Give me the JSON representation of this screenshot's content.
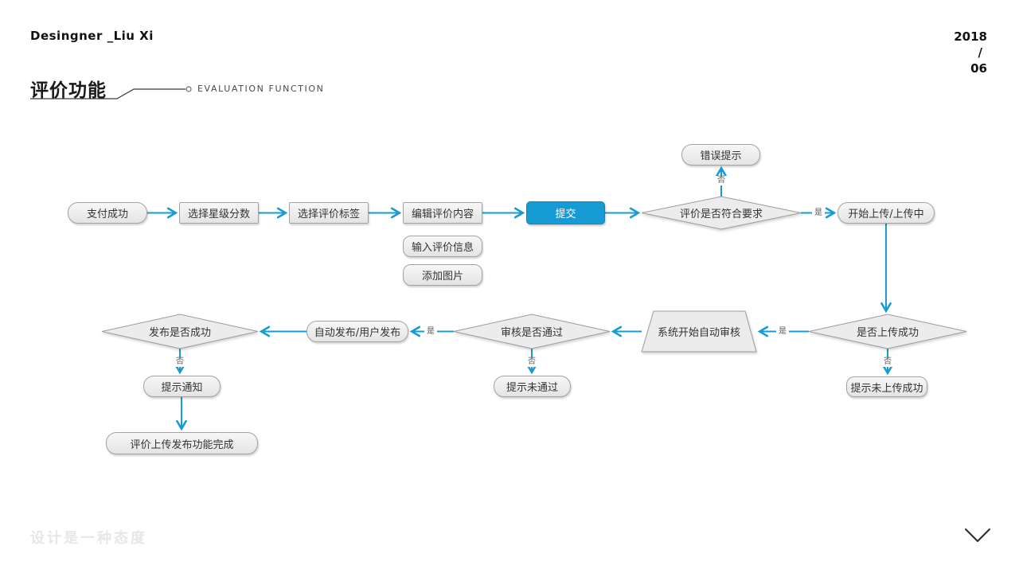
{
  "header": {
    "designer": "Desingner _Liu Xi",
    "year": "2018",
    "slash": "/",
    "month": "06"
  },
  "title": {
    "zh": "评价功能",
    "en": "EVALUATION FUNCTION"
  },
  "flowchart": {
    "labels": {
      "yes": "是",
      "no": "否"
    },
    "colors": {
      "accent": "#169BD5",
      "shape_fill": "#ececec",
      "shape_border": "#9d9d9d"
    },
    "nodes": {
      "pay_success": {
        "label": "支付成功",
        "type": "terminator"
      },
      "select_star": {
        "label": "选择星级分数",
        "type": "process"
      },
      "select_tag": {
        "label": "选择评价标签",
        "type": "process"
      },
      "edit_content": {
        "label": "编辑评价内容",
        "type": "process"
      },
      "input_info": {
        "label": "输入评价信息",
        "type": "rounded"
      },
      "add_image": {
        "label": "添加图片",
        "type": "rounded"
      },
      "submit": {
        "label": "提交",
        "type": "primary"
      },
      "check_valid": {
        "label": "评价是否符合要求",
        "type": "decision"
      },
      "error_tip": {
        "label": "错误提示",
        "type": "rounded"
      },
      "start_upload": {
        "label": "开始上传/上传中",
        "type": "rounded"
      },
      "upload_success": {
        "label": "是否上传成功",
        "type": "decision"
      },
      "auto_review": {
        "label": "系统开始自动审核",
        "type": "trapezoid"
      },
      "review_pass": {
        "label": "审核是否通过",
        "type": "decision"
      },
      "publish": {
        "label": "自动发布/用户发布",
        "type": "rounded"
      },
      "publish_success": {
        "label": "发布是否成功",
        "type": "decision"
      },
      "notify": {
        "label": "提示通知",
        "type": "rounded"
      },
      "review_fail_tip": {
        "label": "提示未通过",
        "type": "rounded"
      },
      "upload_fail_tip": {
        "label": "提示未上传成功",
        "type": "rounded"
      },
      "complete": {
        "label": "评价上传发布功能完成",
        "type": "rounded"
      }
    }
  },
  "footer": {
    "watermark": "设计是一种态度"
  }
}
